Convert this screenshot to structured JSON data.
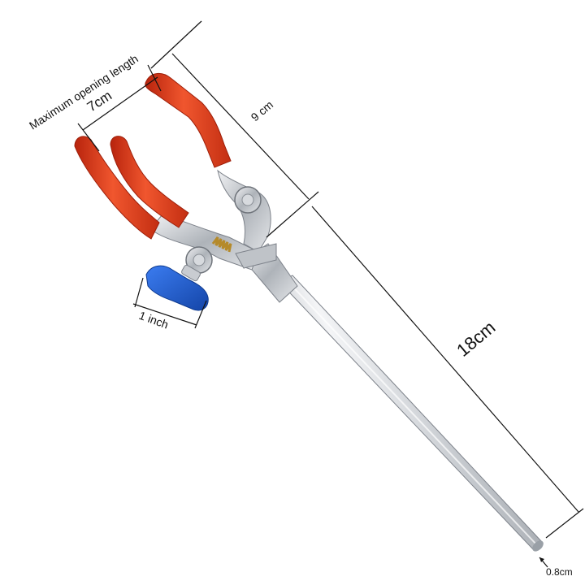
{
  "labels": {
    "max_opening": "Maximum opening length",
    "opening_value": "7cm",
    "jaw_length": "9 cm",
    "rod_length": "18cm",
    "knob_size": "1 inch",
    "rod_diameter": "0.8cm"
  },
  "colors": {
    "grip_coating": "#e0401c",
    "knob": "#1f5fd6",
    "metal": "#c9ccd1"
  }
}
